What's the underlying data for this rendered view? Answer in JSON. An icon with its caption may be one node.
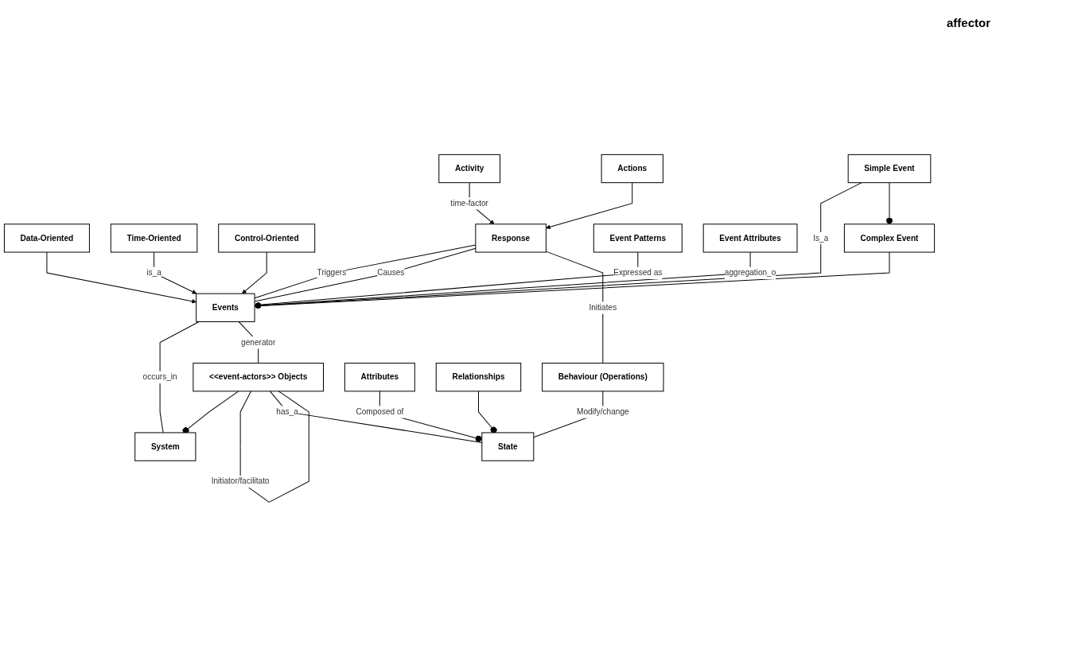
{
  "diagram": {
    "nodes": [
      {
        "text": [
          "Data-Oriented"
        ]
      },
      {
        "text": [
          "Time-Oriented"
        ]
      },
      {
        "text": [
          "Control-Oriented"
        ]
      },
      {
        "text": [
          "Response"
        ]
      },
      {
        "text": [
          "Events"
        ]
      },
      {
        "text": [
          "System"
        ]
      },
      {
        "text": [
          "Activity"
        ]
      },
      {
        "text": [
          "Actions"
        ]
      },
      {
        "text": [
          "<<event-actors>> Objects"
        ]
      },
      {
        "text": [
          "Event Patterns"
        ]
      },
      {
        "text": [
          "Event Attributes"
        ]
      },
      {
        "text": [
          "Behaviour (Operations)"
        ]
      },
      {
        "text": [
          "State"
        ]
      },
      {
        "text": [
          "Attributes"
        ]
      },
      {
        "text": [
          "Relationships"
        ]
      },
      {
        "text": [
          "Simple Event"
        ]
      },
      {
        "text": [
          "Complex Event"
        ]
      }
    ],
    "edges": [
      {
        "from": 0,
        "to": 4,
        "arrow": "to"
      },
      {
        "from": 1,
        "to": 4,
        "arrow": "to",
        "label": "is_a"
      },
      {
        "from": 2,
        "to": 4,
        "arrow": "to"
      },
      {
        "from": 3,
        "to": 4,
        "arrow": "none",
        "label": "Triggers"
      },
      {
        "from": 3,
        "to": 4,
        "arrow": "none",
        "label": "Causes"
      },
      {
        "from": 6,
        "to": 3,
        "arrow": "to",
        "label": "time-factor"
      },
      {
        "from": 7,
        "to": 3,
        "arrow": "to"
      },
      {
        "from": 4,
        "to": 5,
        "arrow": "none",
        "label": "occurs_in"
      },
      {
        "from": 8,
        "to": 5,
        "arrow": "other"
      },
      {
        "from": 4,
        "to": 8,
        "arrow": "none",
        "label": "generator"
      },
      {
        "from": 8,
        "to": 8,
        "arrow": "none",
        "label": "Initiator/facilitato"
      },
      {
        "from": 9,
        "to": 4,
        "arrow": "none",
        "label": "Expressed as"
      },
      {
        "from": 10,
        "to": 4,
        "arrow": "other",
        "label": "aggregation_o"
      },
      {
        "from": 15,
        "to": 4,
        "arrow": "to",
        "label": "Is_a"
      },
      {
        "from": 16,
        "to": 4,
        "arrow": "to"
      },
      {
        "from": 15,
        "to": 16,
        "arrow": "other"
      },
      {
        "from": 8,
        "to": 12,
        "arrow": "none",
        "label": "has_a"
      },
      {
        "from": 3,
        "to": 11,
        "arrow": "none",
        "label": "Initiates"
      },
      {
        "from": 11,
        "to": 12,
        "arrow": "none",
        "label": "Modify/change"
      },
      {
        "from": 13,
        "to": 12,
        "arrow": "other",
        "label": "Composed of"
      },
      {
        "from": 14,
        "to": 12,
        "arrow": "other"
      }
    ],
    "labels": [
      "affector"
    ]
  }
}
